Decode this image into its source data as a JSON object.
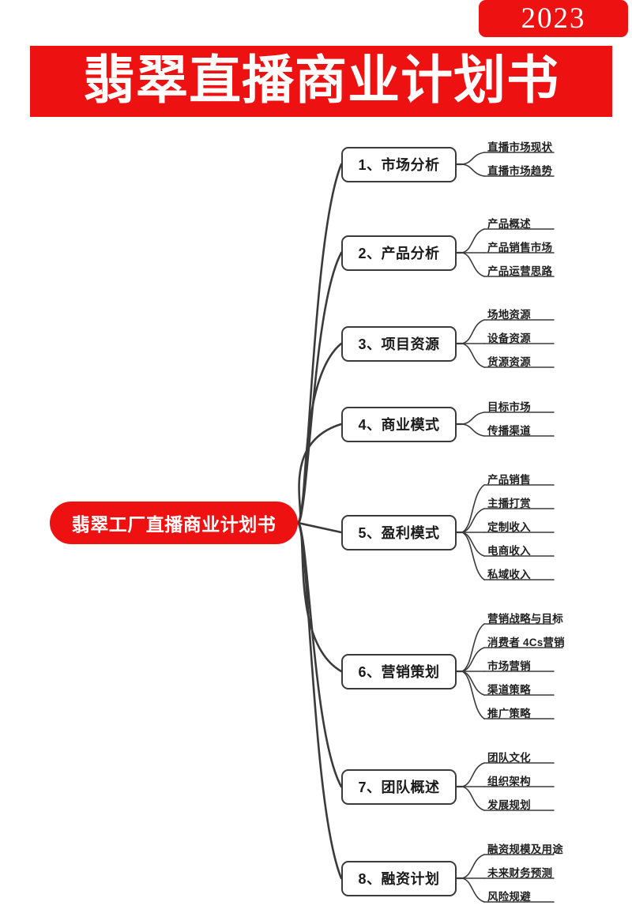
{
  "header": {
    "year_badge": "2023",
    "title": "翡翠直播商业计划书",
    "accent_color": "#ee1111",
    "title_text_color": "#ffffff"
  },
  "mindmap": {
    "root": {
      "label": "翡翠工厂直播商业计划书",
      "color": "#ee1111",
      "text_color": "#ffffff"
    },
    "line_color": "#3a3a3a",
    "branches": [
      {
        "label": "1、市场分析",
        "children": [
          "直播市场现状",
          "直播市场趋势"
        ]
      },
      {
        "label": "2、产品分析",
        "children": [
          "产品概述",
          "产品销售市场",
          "产品运营思路"
        ]
      },
      {
        "label": "3、项目资源",
        "children": [
          "场地资源",
          "设备资源",
          "货源资源"
        ]
      },
      {
        "label": "4、商业模式",
        "children": [
          "目标市场",
          "传播渠道"
        ]
      },
      {
        "label": "5、盈利模式",
        "children": [
          "产品销售",
          "主播打赏",
          "定制收入",
          "电商收入",
          "私域收入"
        ]
      },
      {
        "label": "6、营销策划",
        "children": [
          "营销战略与目标",
          "消费者 4Cs营销",
          "市场营销",
          "渠道策略",
          "推广策略"
        ]
      },
      {
        "label": "7、团队概述",
        "children": [
          "团队文化",
          "组织架构",
          "发展规划"
        ]
      },
      {
        "label": "8、融资计划",
        "children": [
          "融资规模及用途",
          "未来财务预测",
          "风险规避"
        ]
      }
    ]
  }
}
